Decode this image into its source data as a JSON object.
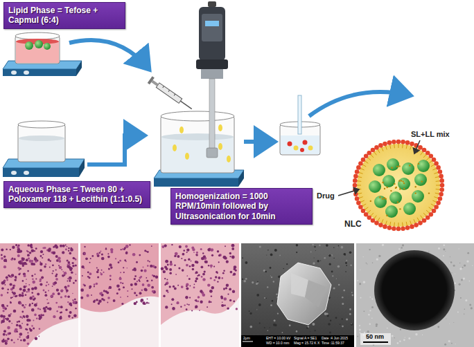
{
  "diagram": {
    "nodes": [
      {
        "text": [
          "Lipid Phase = Tefose + Capmul (6:4)"
        ]
      },
      {
        "text": [
          "Aqueous Phase = Tween 80 + Poloxamer 118 + Lecithin (1:1:0.5)"
        ]
      },
      {
        "text": [
          "Homogenization = 1000 RPM/10min followed by Ultrasonication for 10min"
        ]
      }
    ],
    "labels": [
      "SL+LL mix",
      "Drug",
      "NLC",
      "2μm",
      "EHT = 10.00 kV",
      "WD = 10.0 mm",
      "Signal A = SE1",
      "Mag = 15.72 K X",
      "Date :4 Jun 2015",
      "Time :11:59:37",
      "50 nm"
    ]
  }
}
